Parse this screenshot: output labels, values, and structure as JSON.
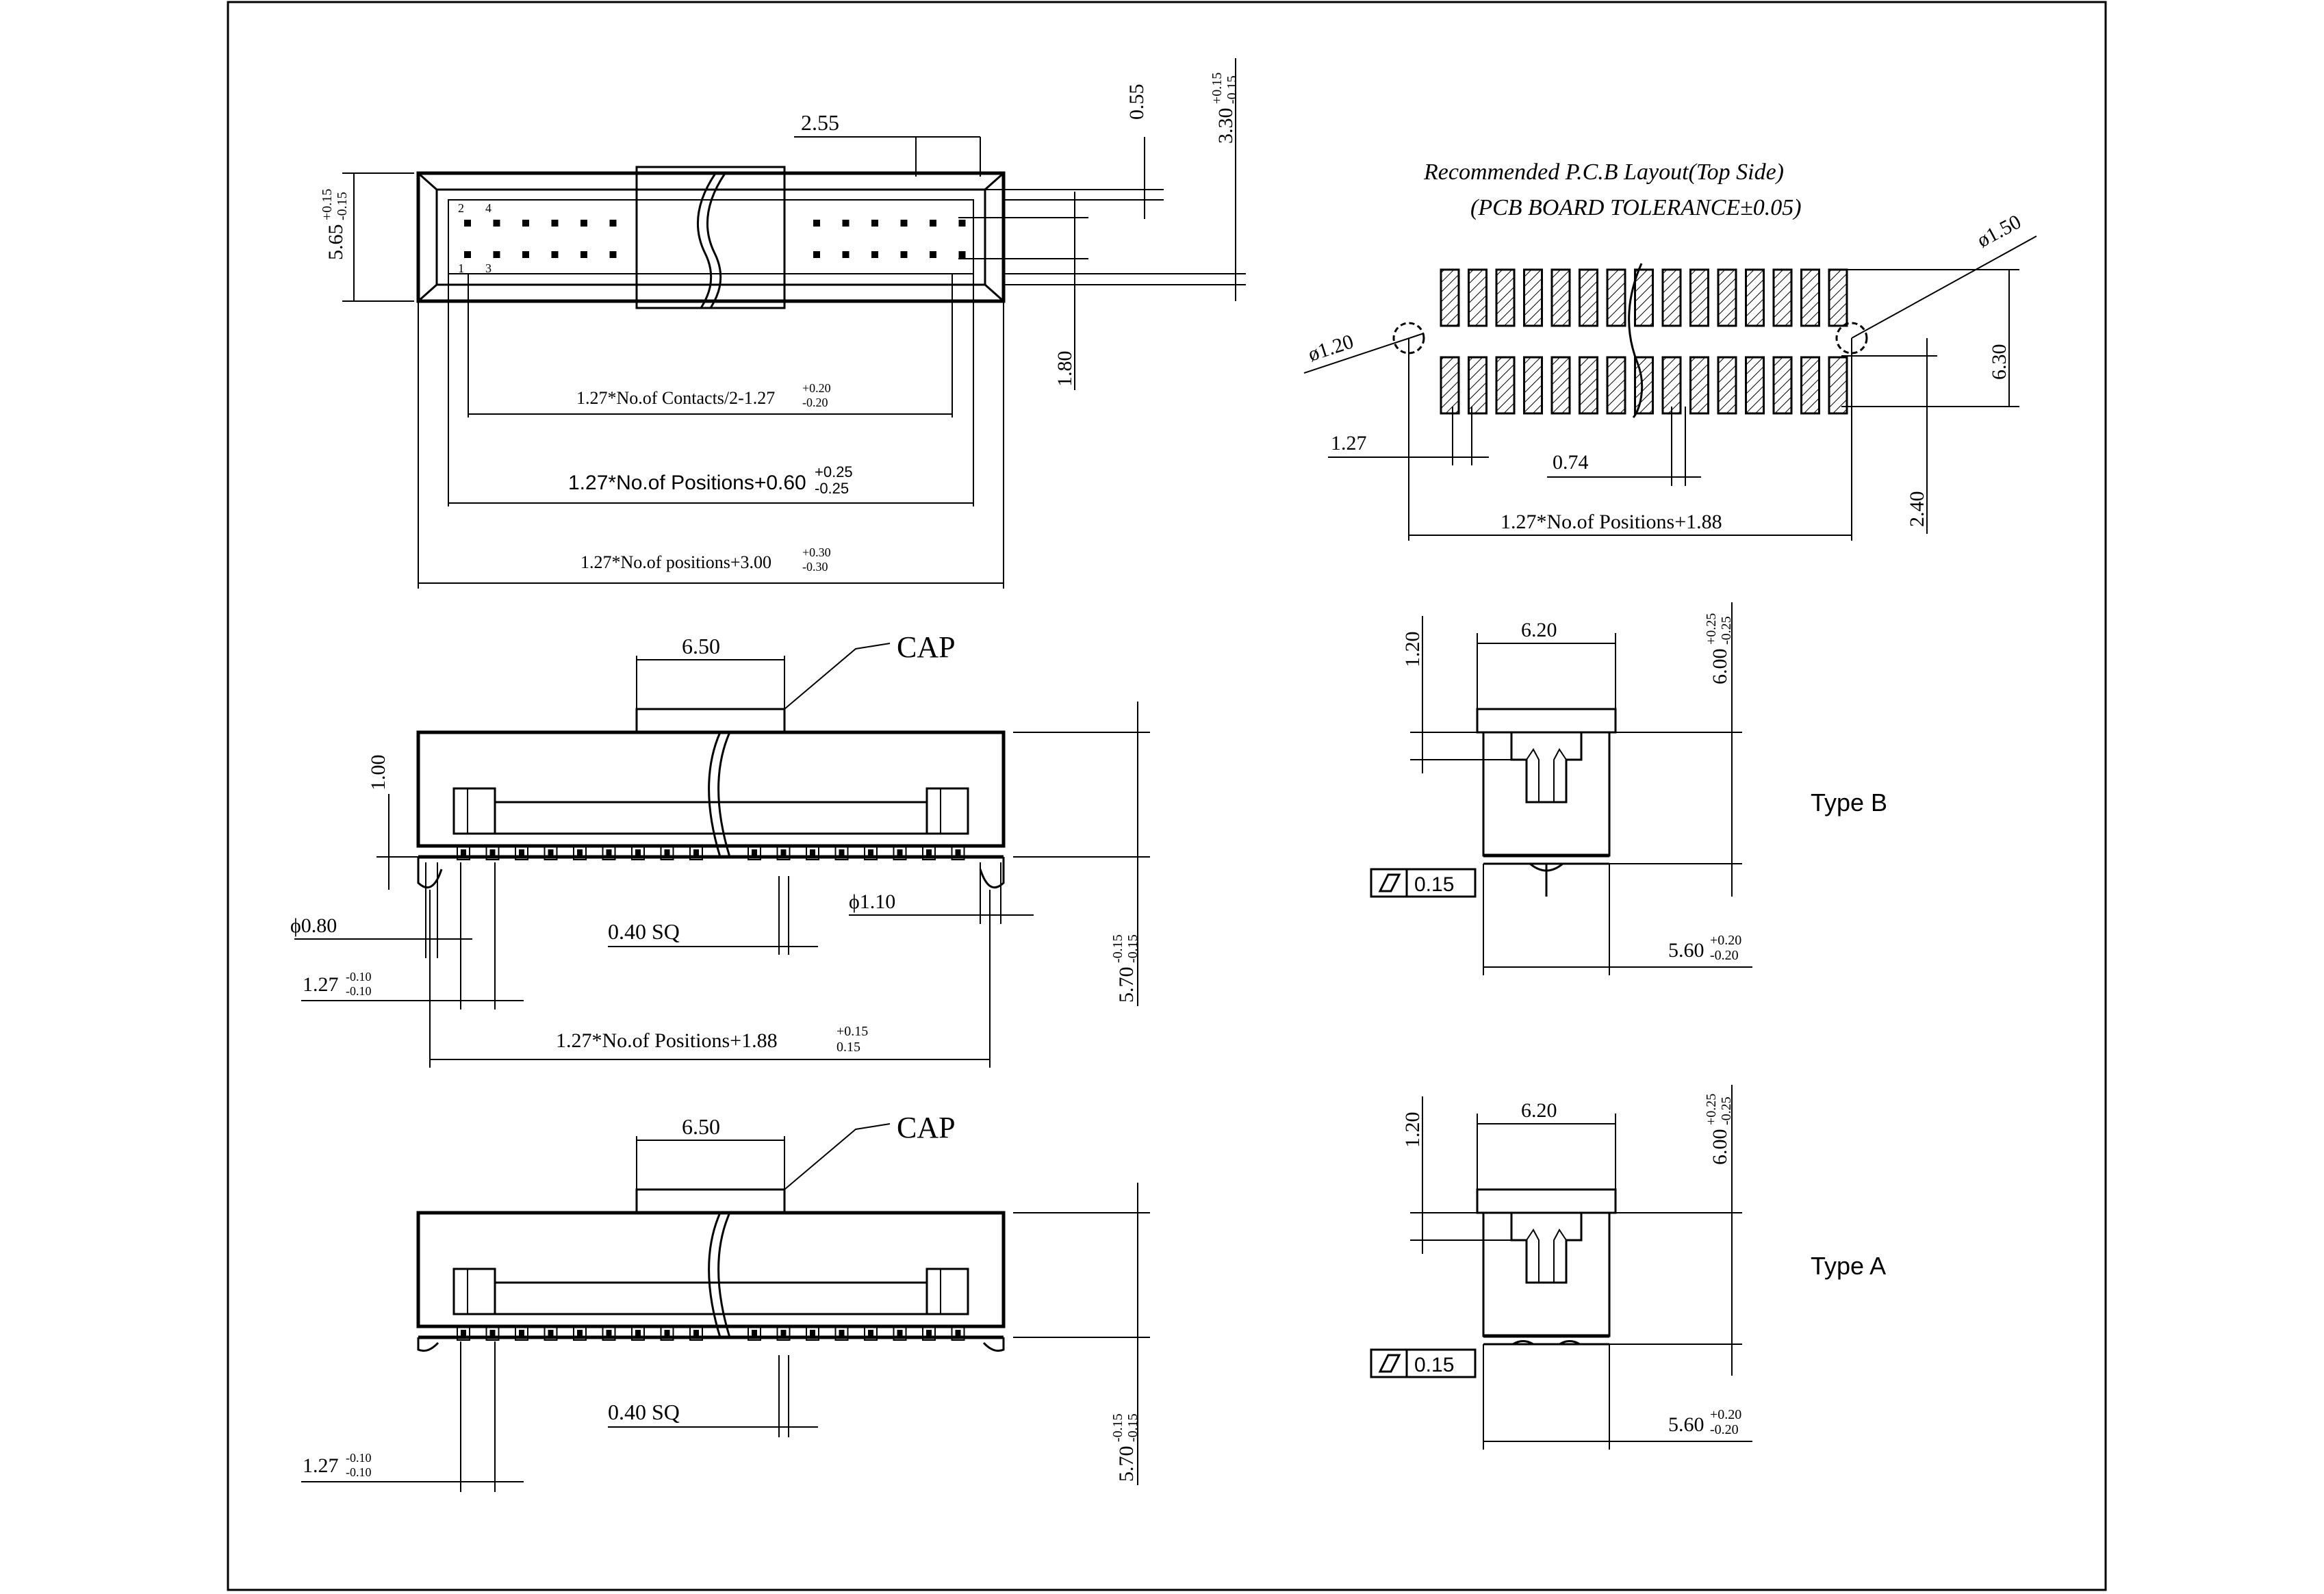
{
  "drawing": {
    "top_view": {
      "dim_pitch": "2.55",
      "dim_height": "5.65",
      "dim_height_tol_plus": "+0.15",
      "dim_height_tol_minus": "-0.15",
      "dim_055": "0.55",
      "dim_330": "3.30",
      "dim_330_tol_plus": "+0.15",
      "dim_330_tol_minus": "-0.15",
      "dim_180": "1.80",
      "pin_label_2": "2",
      "pin_label_4": "4",
      "pin_label_1": "1",
      "pin_label_3": "3",
      "formula_contacts": "1.27*No.of Contacts/2-1.27",
      "formula_contacts_tol_plus": "+0.20",
      "formula_contacts_tol_minus": "-0.20",
      "formula_positions": "1.27*No.of Positions+0.60",
      "formula_positions_tol_plus": "+0.25",
      "formula_positions_tol_minus": "-0.25",
      "formula_overall": "1.27*No.of positions+3.00",
      "formula_overall_tol_plus": "+0.30",
      "formula_overall_tol_minus": "-0.30"
    },
    "pcb_layout": {
      "title_line1": "Recommended P.C.B Layout(Top Side)",
      "title_line2": "(PCB BOARD TOLERANCE±0.05)",
      "dim_dia150": "ø1.50",
      "dim_dia120": "ø1.20",
      "dim_630": "6.30",
      "dim_127": "1.27",
      "dim_074": "0.74",
      "dim_240": "2.40",
      "formula": "1.27*No.of Positions+1.88"
    },
    "front_view_b": {
      "dim_cap_width": "6.50",
      "cap_label": "CAP",
      "dim_100": "1.00",
      "dim_dia080": "ϕ0.80",
      "dim_dia110": "ϕ1.10",
      "dim_sq": "0.40 SQ",
      "dim_pitch": "1.27",
      "dim_pitch_tol_plus": "-0.10",
      "dim_pitch_tol_minus": "-0.10",
      "dim_570": "5.70",
      "dim_570_tol_plus": "-0.15",
      "dim_570_tol_minus": "-0.15",
      "formula": "1.27*No.of Positions+1.88",
      "formula_tol_plus": "+0.15",
      "formula_tol_minus": "0.15"
    },
    "front_view_a": {
      "dim_cap_width": "6.50",
      "cap_label": "CAP",
      "dim_sq": "0.40 SQ",
      "dim_pitch": "1.27",
      "dim_pitch_tol_plus": "-0.10",
      "dim_pitch_tol_minus": "-0.10",
      "dim_570": "5.70",
      "dim_570_tol_plus": "-0.15",
      "dim_570_tol_minus": "-0.15"
    },
    "side_view_b": {
      "dim_120": "1.20",
      "dim_620": "6.20",
      "dim_600": "6.00",
      "dim_600_tol_plus": "+0.25",
      "dim_600_tol_minus": "-0.25",
      "flatness": "0.15",
      "dim_560": "5.60",
      "dim_560_tol_plus": "+0.20",
      "dim_560_tol_minus": "-0.20",
      "type_label": "Type B"
    },
    "side_view_a": {
      "dim_120": "1.20",
      "dim_620": "6.20",
      "dim_600": "6.00",
      "dim_600_tol_plus": "+0.25",
      "dim_600_tol_minus": "-0.25",
      "flatness": "0.15",
      "dim_560": "5.60",
      "dim_560_tol_plus": "+0.20",
      "dim_560_tol_minus": "-0.20",
      "type_label": "Type A"
    }
  }
}
